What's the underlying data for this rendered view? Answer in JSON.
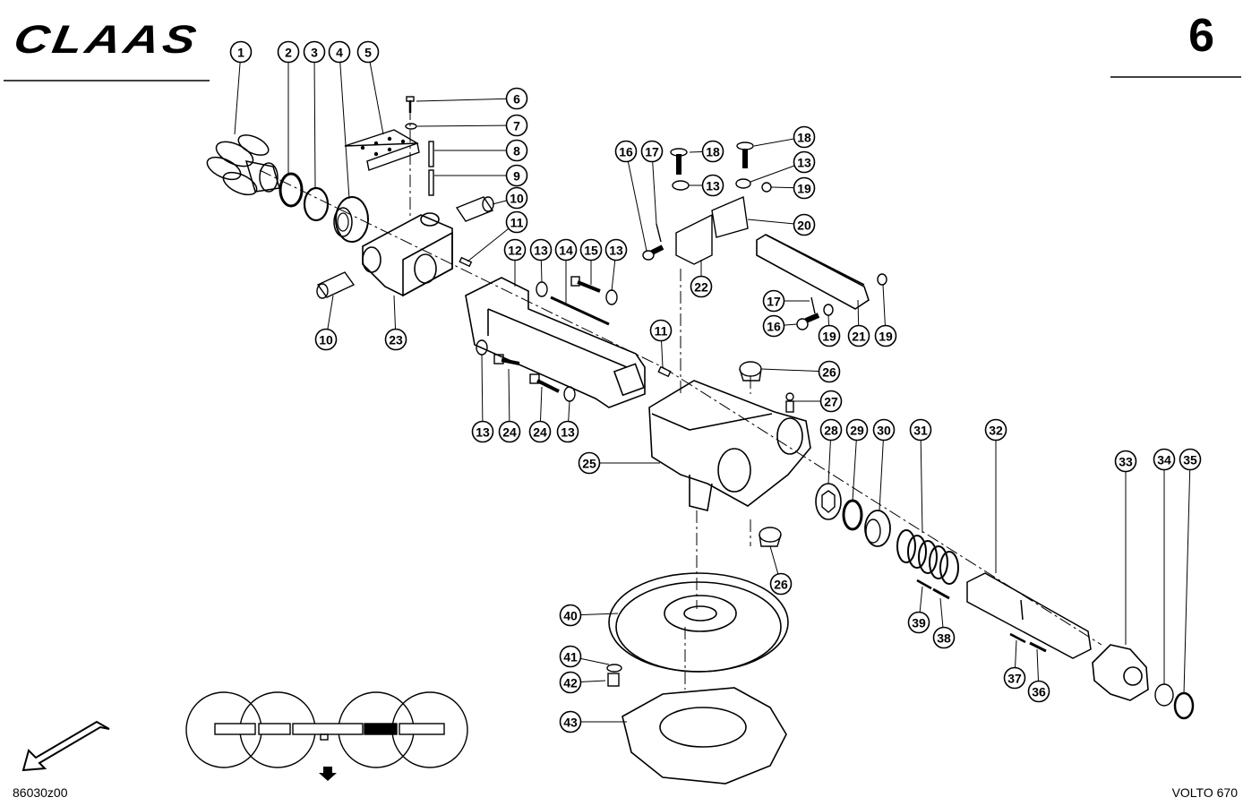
{
  "header": {
    "brand": "CLAAS",
    "page_number": "6"
  },
  "footer": {
    "drawing_number": "86030z00",
    "model": "VOLTO 670"
  },
  "callouts": [
    {
      "label": "1"
    },
    {
      "label": "2"
    },
    {
      "label": "3"
    },
    {
      "label": "4"
    },
    {
      "label": "5"
    },
    {
      "label": "6"
    },
    {
      "label": "7"
    },
    {
      "label": "8"
    },
    {
      "label": "9"
    },
    {
      "label": "10"
    },
    {
      "label": "11"
    },
    {
      "label": "10"
    },
    {
      "label": "23"
    },
    {
      "label": "12"
    },
    {
      "label": "13"
    },
    {
      "label": "14"
    },
    {
      "label": "15"
    },
    {
      "label": "13"
    },
    {
      "label": "13"
    },
    {
      "label": "24"
    },
    {
      "label": "24"
    },
    {
      "label": "13"
    },
    {
      "label": "16"
    },
    {
      "label": "17"
    },
    {
      "label": "18"
    },
    {
      "label": "13"
    },
    {
      "label": "18"
    },
    {
      "label": "13"
    },
    {
      "label": "19"
    },
    {
      "label": "20"
    },
    {
      "label": "22"
    },
    {
      "label": "17"
    },
    {
      "label": "16"
    },
    {
      "label": "19"
    },
    {
      "label": "21"
    },
    {
      "label": "19"
    },
    {
      "label": "11"
    },
    {
      "label": "26"
    },
    {
      "label": "27"
    },
    {
      "label": "25"
    },
    {
      "label": "28"
    },
    {
      "label": "29"
    },
    {
      "label": "30"
    },
    {
      "label": "31"
    },
    {
      "label": "32"
    },
    {
      "label": "33"
    },
    {
      "label": "34"
    },
    {
      "label": "35"
    },
    {
      "label": "26"
    },
    {
      "label": "39"
    },
    {
      "label": "38"
    },
    {
      "label": "37"
    },
    {
      "label": "36"
    },
    {
      "label": "40"
    },
    {
      "label": "41"
    },
    {
      "label": "42"
    },
    {
      "label": "43"
    }
  ]
}
